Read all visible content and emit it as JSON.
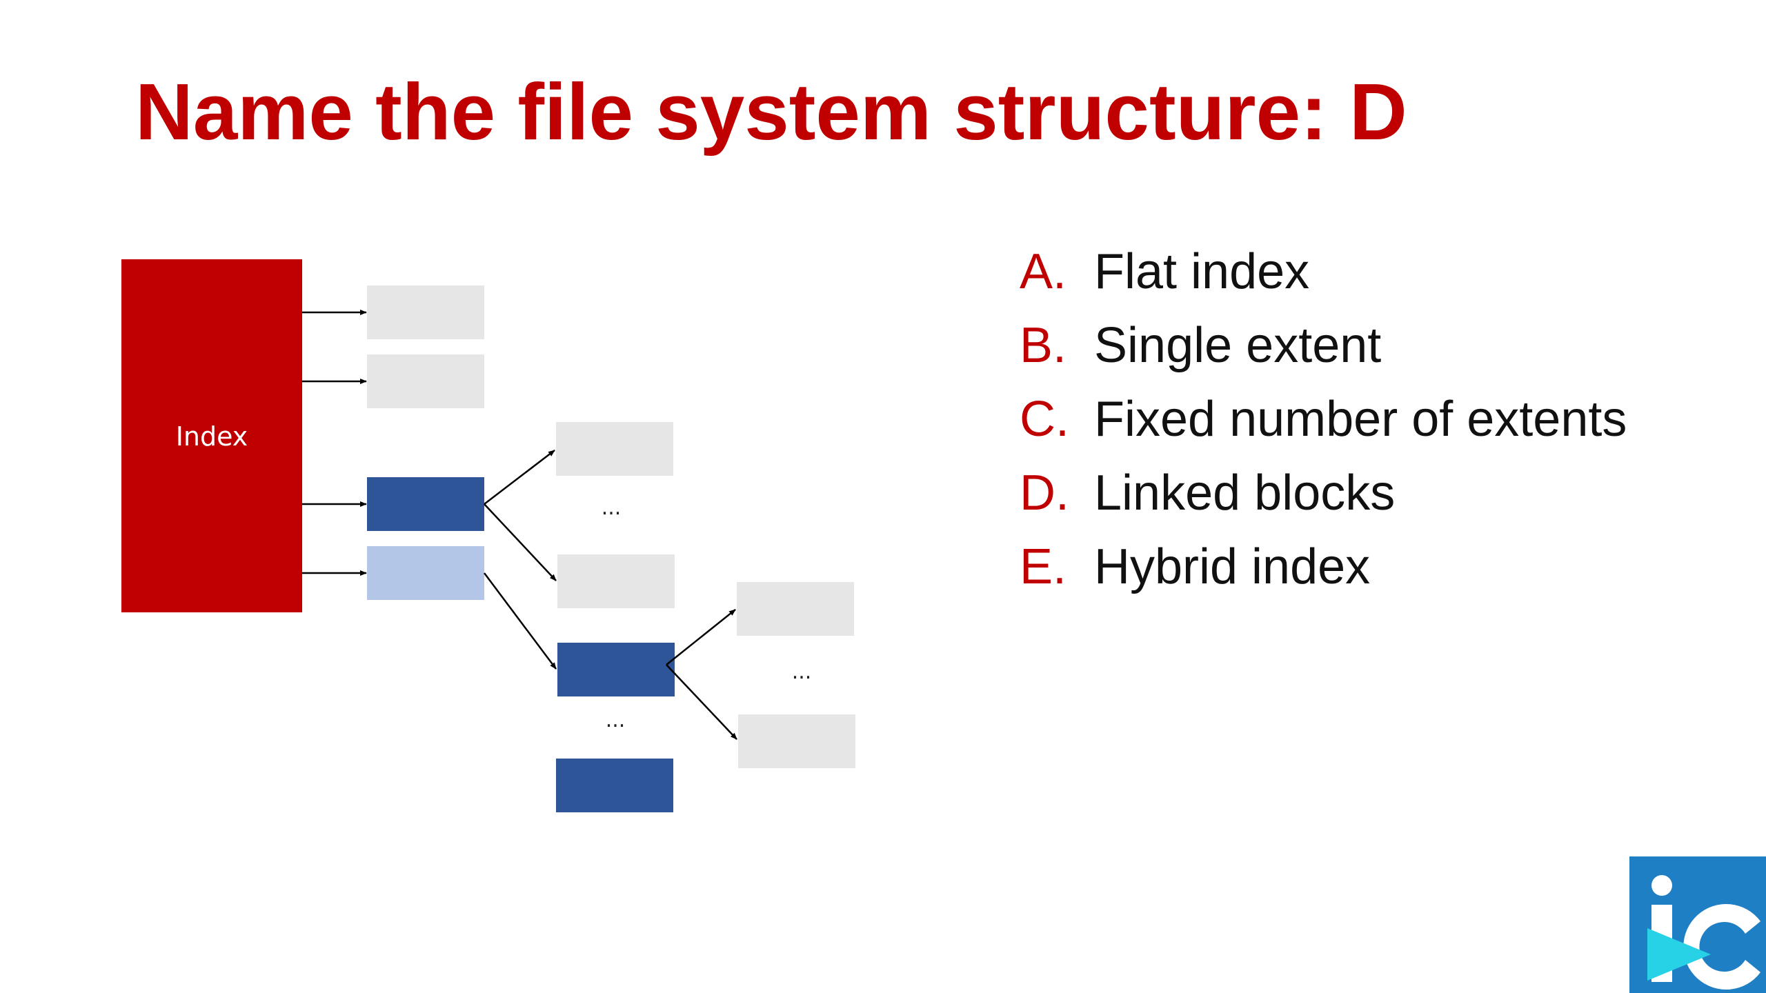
{
  "slide": {
    "title": "Name the file system structure: D"
  },
  "diagram": {
    "index_label": "Index",
    "ellipsis": "..."
  },
  "options": [
    {
      "letter": "A.",
      "text": "Flat index"
    },
    {
      "letter": "B.",
      "text": "Single extent"
    },
    {
      "letter": "C.",
      "text": "Fixed number of extents"
    },
    {
      "letter": "D.",
      "text": "Linked blocks"
    },
    {
      "letter": "E.",
      "text": "Hybrid index"
    }
  ],
  "colors": {
    "title_red": "#c00000",
    "index_block": "#c00000",
    "data_block": "#e6e6e6",
    "indirect_block_dark": "#2e5597",
    "indirect_block_light": "#b4c6e7",
    "logo_blue": "#1f7fc4"
  },
  "logo": {
    "icon": "ic-logo-icon"
  }
}
